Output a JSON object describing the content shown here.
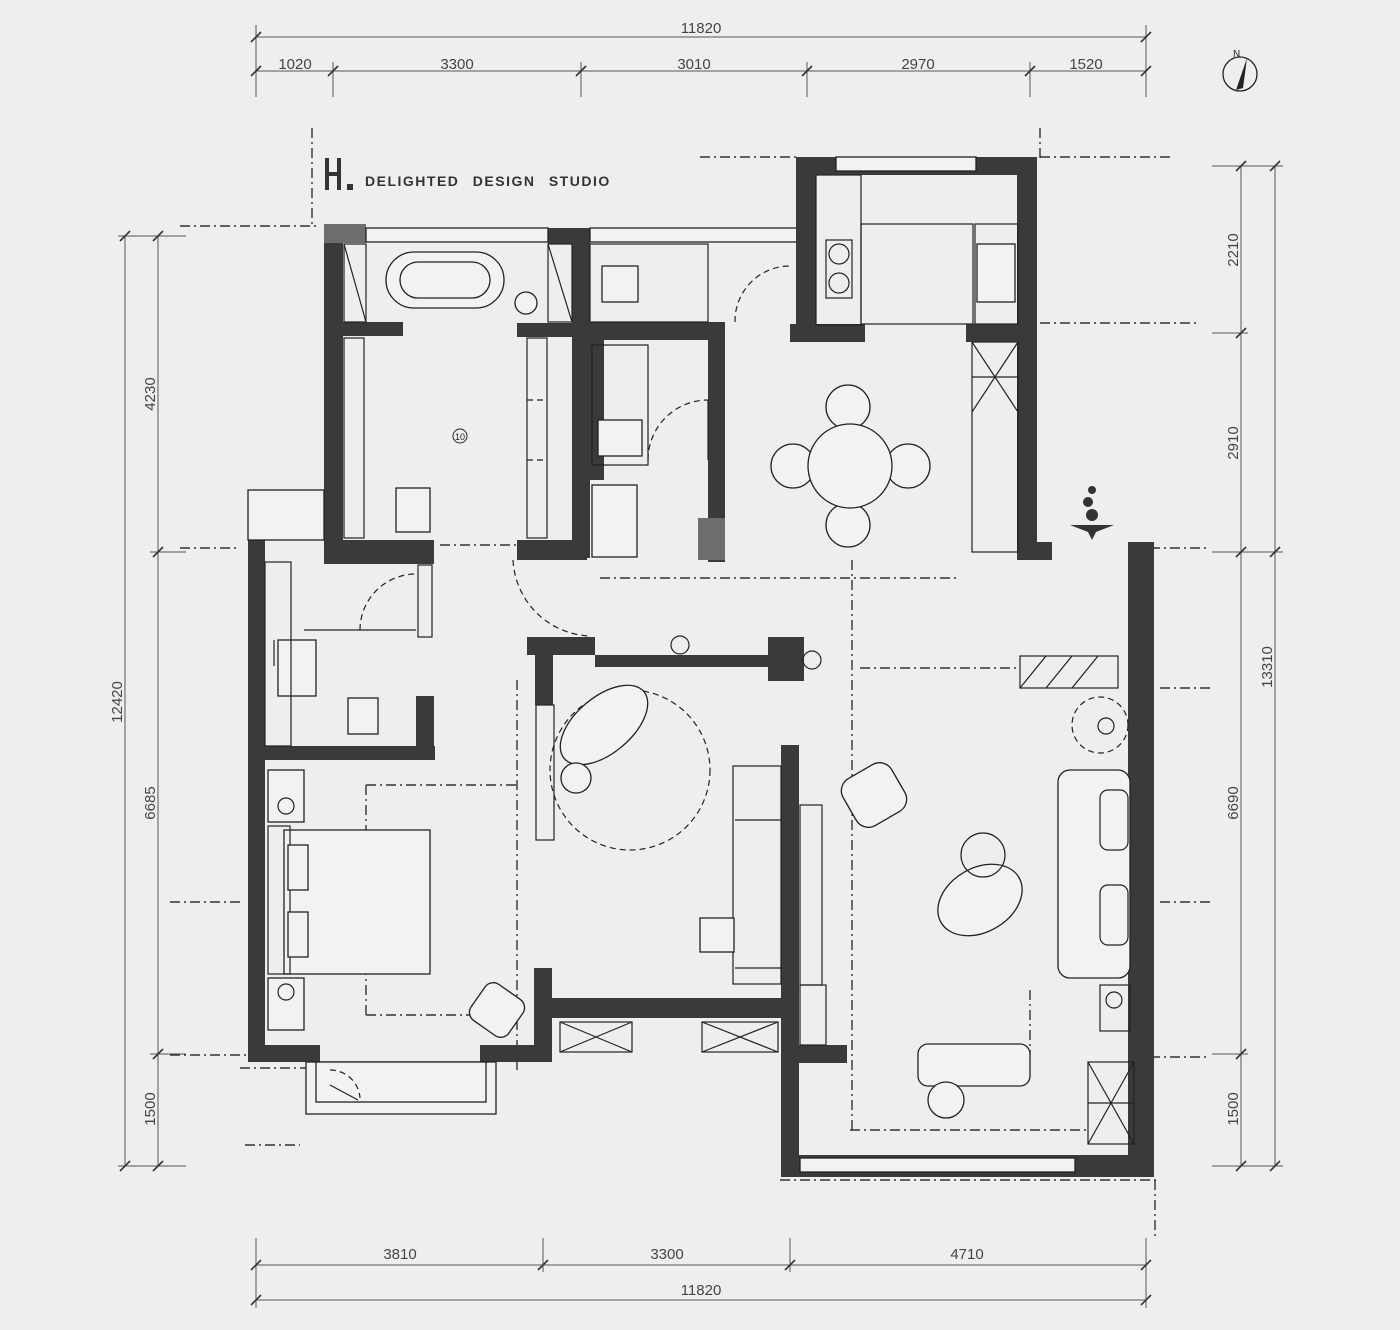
{
  "studio": {
    "name": "DELIGHTED  DESIGN  STUDIO"
  },
  "dimensions": {
    "top_total": "11820",
    "top_segments": [
      "1020",
      "3300",
      "3010",
      "2970",
      "1520"
    ],
    "bottom_segments": [
      "3810",
      "3300",
      "4710"
    ],
    "bottom_total": "11820",
    "left_total": "12420",
    "left_segments": [
      "4230",
      "6685",
      "1500"
    ],
    "right_total": "13310",
    "right_segments": [
      "2210",
      "2910",
      "6690",
      "1500"
    ]
  },
  "room_marker": {
    "label": "10"
  },
  "compass": {
    "label": "N"
  },
  "colors": {
    "background": "#eeeeee",
    "wall": "#3a3a3a",
    "line": "#222222"
  }
}
